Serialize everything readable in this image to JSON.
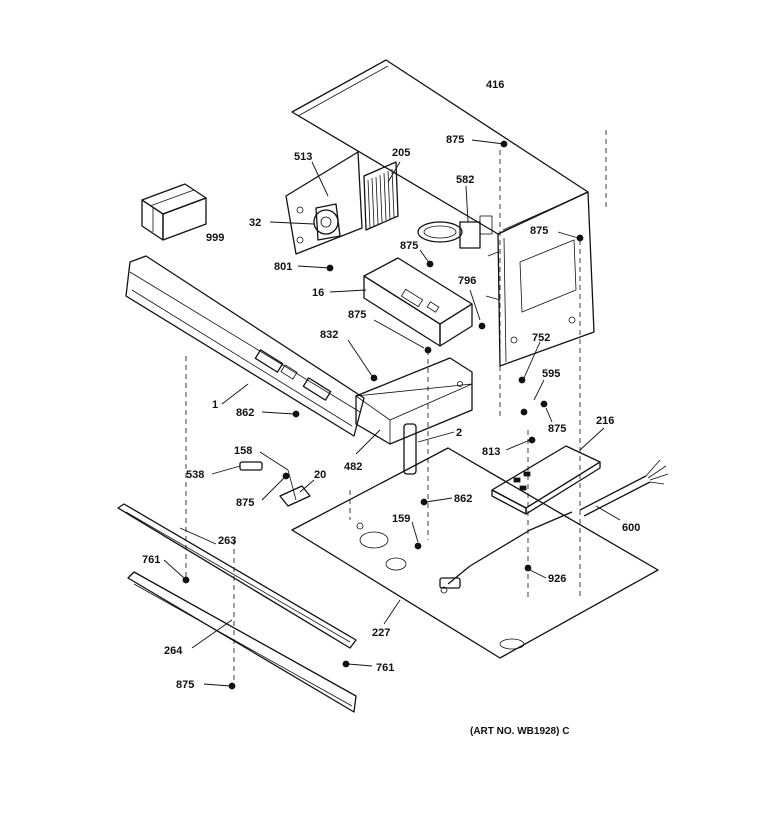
{
  "labels": {
    "p416": "416",
    "p875a": "875",
    "p513": "513",
    "p205": "205",
    "p582": "582",
    "p32": "32",
    "p999": "999",
    "p875b": "875",
    "p875c": "875",
    "p801": "801",
    "p796": "796",
    "p16": "16",
    "p875d": "875",
    "p832": "832",
    "p752": "752",
    "p1": "1",
    "p595": "595",
    "p862a": "862",
    "p875e": "875",
    "p216": "216",
    "p2": "2",
    "p158": "158",
    "p813": "813",
    "p482": "482",
    "p538": "538",
    "p20": "20",
    "p875f": "875",
    "p862b": "862",
    "p600": "600",
    "p159": "159",
    "p263": "263",
    "p761a": "761",
    "p926": "926",
    "p227": "227",
    "p264": "264",
    "p761b": "761",
    "p875g": "875"
  },
  "art_number": "(ART NO. WB1928) C"
}
